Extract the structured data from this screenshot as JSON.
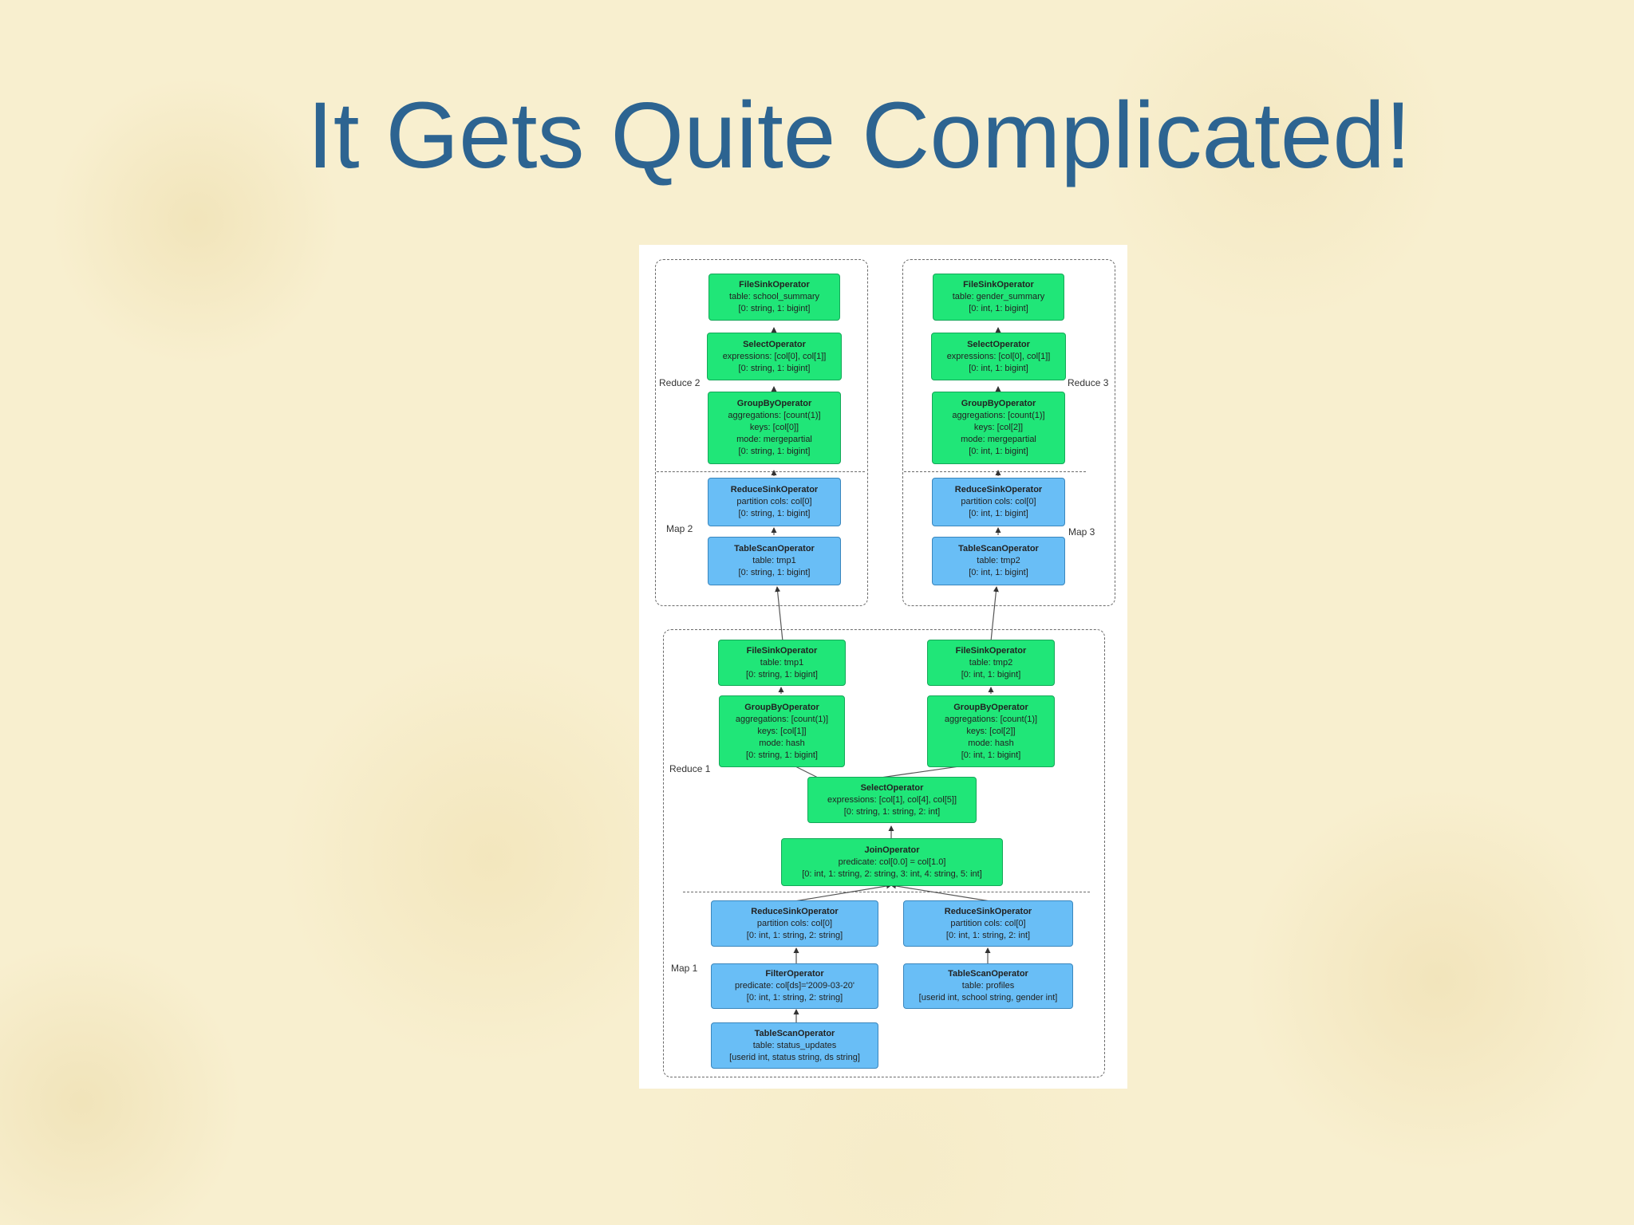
{
  "slide": {
    "title": "It Gets Quite Complicated!"
  },
  "diagram": {
    "stage_labels": {
      "reduce2": "Reduce 2",
      "map2": "Map 2",
      "reduce3": "Reduce 3",
      "map3": "Map  3",
      "reduce1": "Reduce 1",
      "map1": "Map 1"
    },
    "operators": {
      "r2_filesink": {
        "name": "FileSinkOperator",
        "lines": [
          "table: school_summary",
          "[0: string, 1: bigint]"
        ]
      },
      "r2_select": {
        "name": "SelectOperator",
        "lines": [
          "expressions: [col[0], col[1]]",
          "[0: string, 1: bigint]"
        ]
      },
      "r2_groupby": {
        "name": "GroupByOperator",
        "lines": [
          "aggregations: [count(1)]",
          "keys: [col[0]]",
          "mode: mergepartial",
          "[0: string, 1: bigint]"
        ]
      },
      "m2_reducesink": {
        "name": "ReduceSinkOperator",
        "lines": [
          "partition cols: col[0]",
          "[0: string, 1: bigint]"
        ]
      },
      "m2_tablescan": {
        "name": "TableScanOperator",
        "lines": [
          "table: tmp1",
          "[0: string, 1: bigint]"
        ]
      },
      "r3_filesink": {
        "name": "FileSinkOperator",
        "lines": [
          "table: gender_summary",
          "[0: int, 1: bigint]"
        ]
      },
      "r3_select": {
        "name": "SelectOperator",
        "lines": [
          "expressions: [col[0], col[1]]",
          "[0: int, 1: bigint]"
        ]
      },
      "r3_groupby": {
        "name": "GroupByOperator",
        "lines": [
          "aggregations: [count(1)]",
          "keys: [col[2]]",
          "mode: mergepartial",
          "[0: int, 1: bigint]"
        ]
      },
      "m3_reducesink": {
        "name": "ReduceSinkOperator",
        "lines": [
          "partition cols: col[0]",
          "[0: int, 1: bigint]"
        ]
      },
      "m3_tablescan": {
        "name": "TableScanOperator",
        "lines": [
          "table: tmp2",
          "[0: int, 1: bigint]"
        ]
      },
      "r1_filesink1": {
        "name": "FileSinkOperator",
        "lines": [
          "table: tmp1",
          "[0: string, 1: bigint]"
        ]
      },
      "r1_filesink2": {
        "name": "FileSinkOperator",
        "lines": [
          "table: tmp2",
          "[0: int, 1: bigint]"
        ]
      },
      "r1_groupby1": {
        "name": "GroupByOperator",
        "lines": [
          "aggregations: [count(1)]",
          "keys: [col[1]]",
          "mode: hash",
          "[0: string, 1: bigint]"
        ]
      },
      "r1_groupby2": {
        "name": "GroupByOperator",
        "lines": [
          "aggregations: [count(1)]",
          "keys: [col[2]]",
          "mode: hash",
          "[0: int, 1: bigint]"
        ]
      },
      "r1_select": {
        "name": "SelectOperator",
        "lines": [
          "expressions: [col[1], col[4], col[5]]",
          "[0: string, 1: string, 2: int]"
        ]
      },
      "r1_join": {
        "name": "JoinOperator",
        "lines": [
          "predicate: col[0.0] = col[1.0]",
          "[0: int, 1: string, 2: string, 3: int, 4: string, 5: int]"
        ]
      },
      "m1_reducesink1": {
        "name": "ReduceSinkOperator",
        "lines": [
          "partition cols: col[0]",
          "[0: int, 1: string, 2: string]"
        ]
      },
      "m1_reducesink2": {
        "name": "ReduceSinkOperator",
        "lines": [
          "partition cols: col[0]",
          "[0: int, 1: string, 2: int]"
        ]
      },
      "m1_filter": {
        "name": "FilterOperator",
        "lines": [
          "predicate: col[ds]='2009-03-20'",
          "[0: int, 1: string, 2: string]"
        ]
      },
      "m1_tablescan2": {
        "name": "TableScanOperator",
        "lines": [
          "table: profiles",
          "[userid int, school string, gender int]"
        ]
      },
      "m1_tablescan1": {
        "name": "TableScanOperator",
        "lines": [
          "table: status_updates",
          "[userid int, status string, ds string]"
        ]
      }
    }
  }
}
